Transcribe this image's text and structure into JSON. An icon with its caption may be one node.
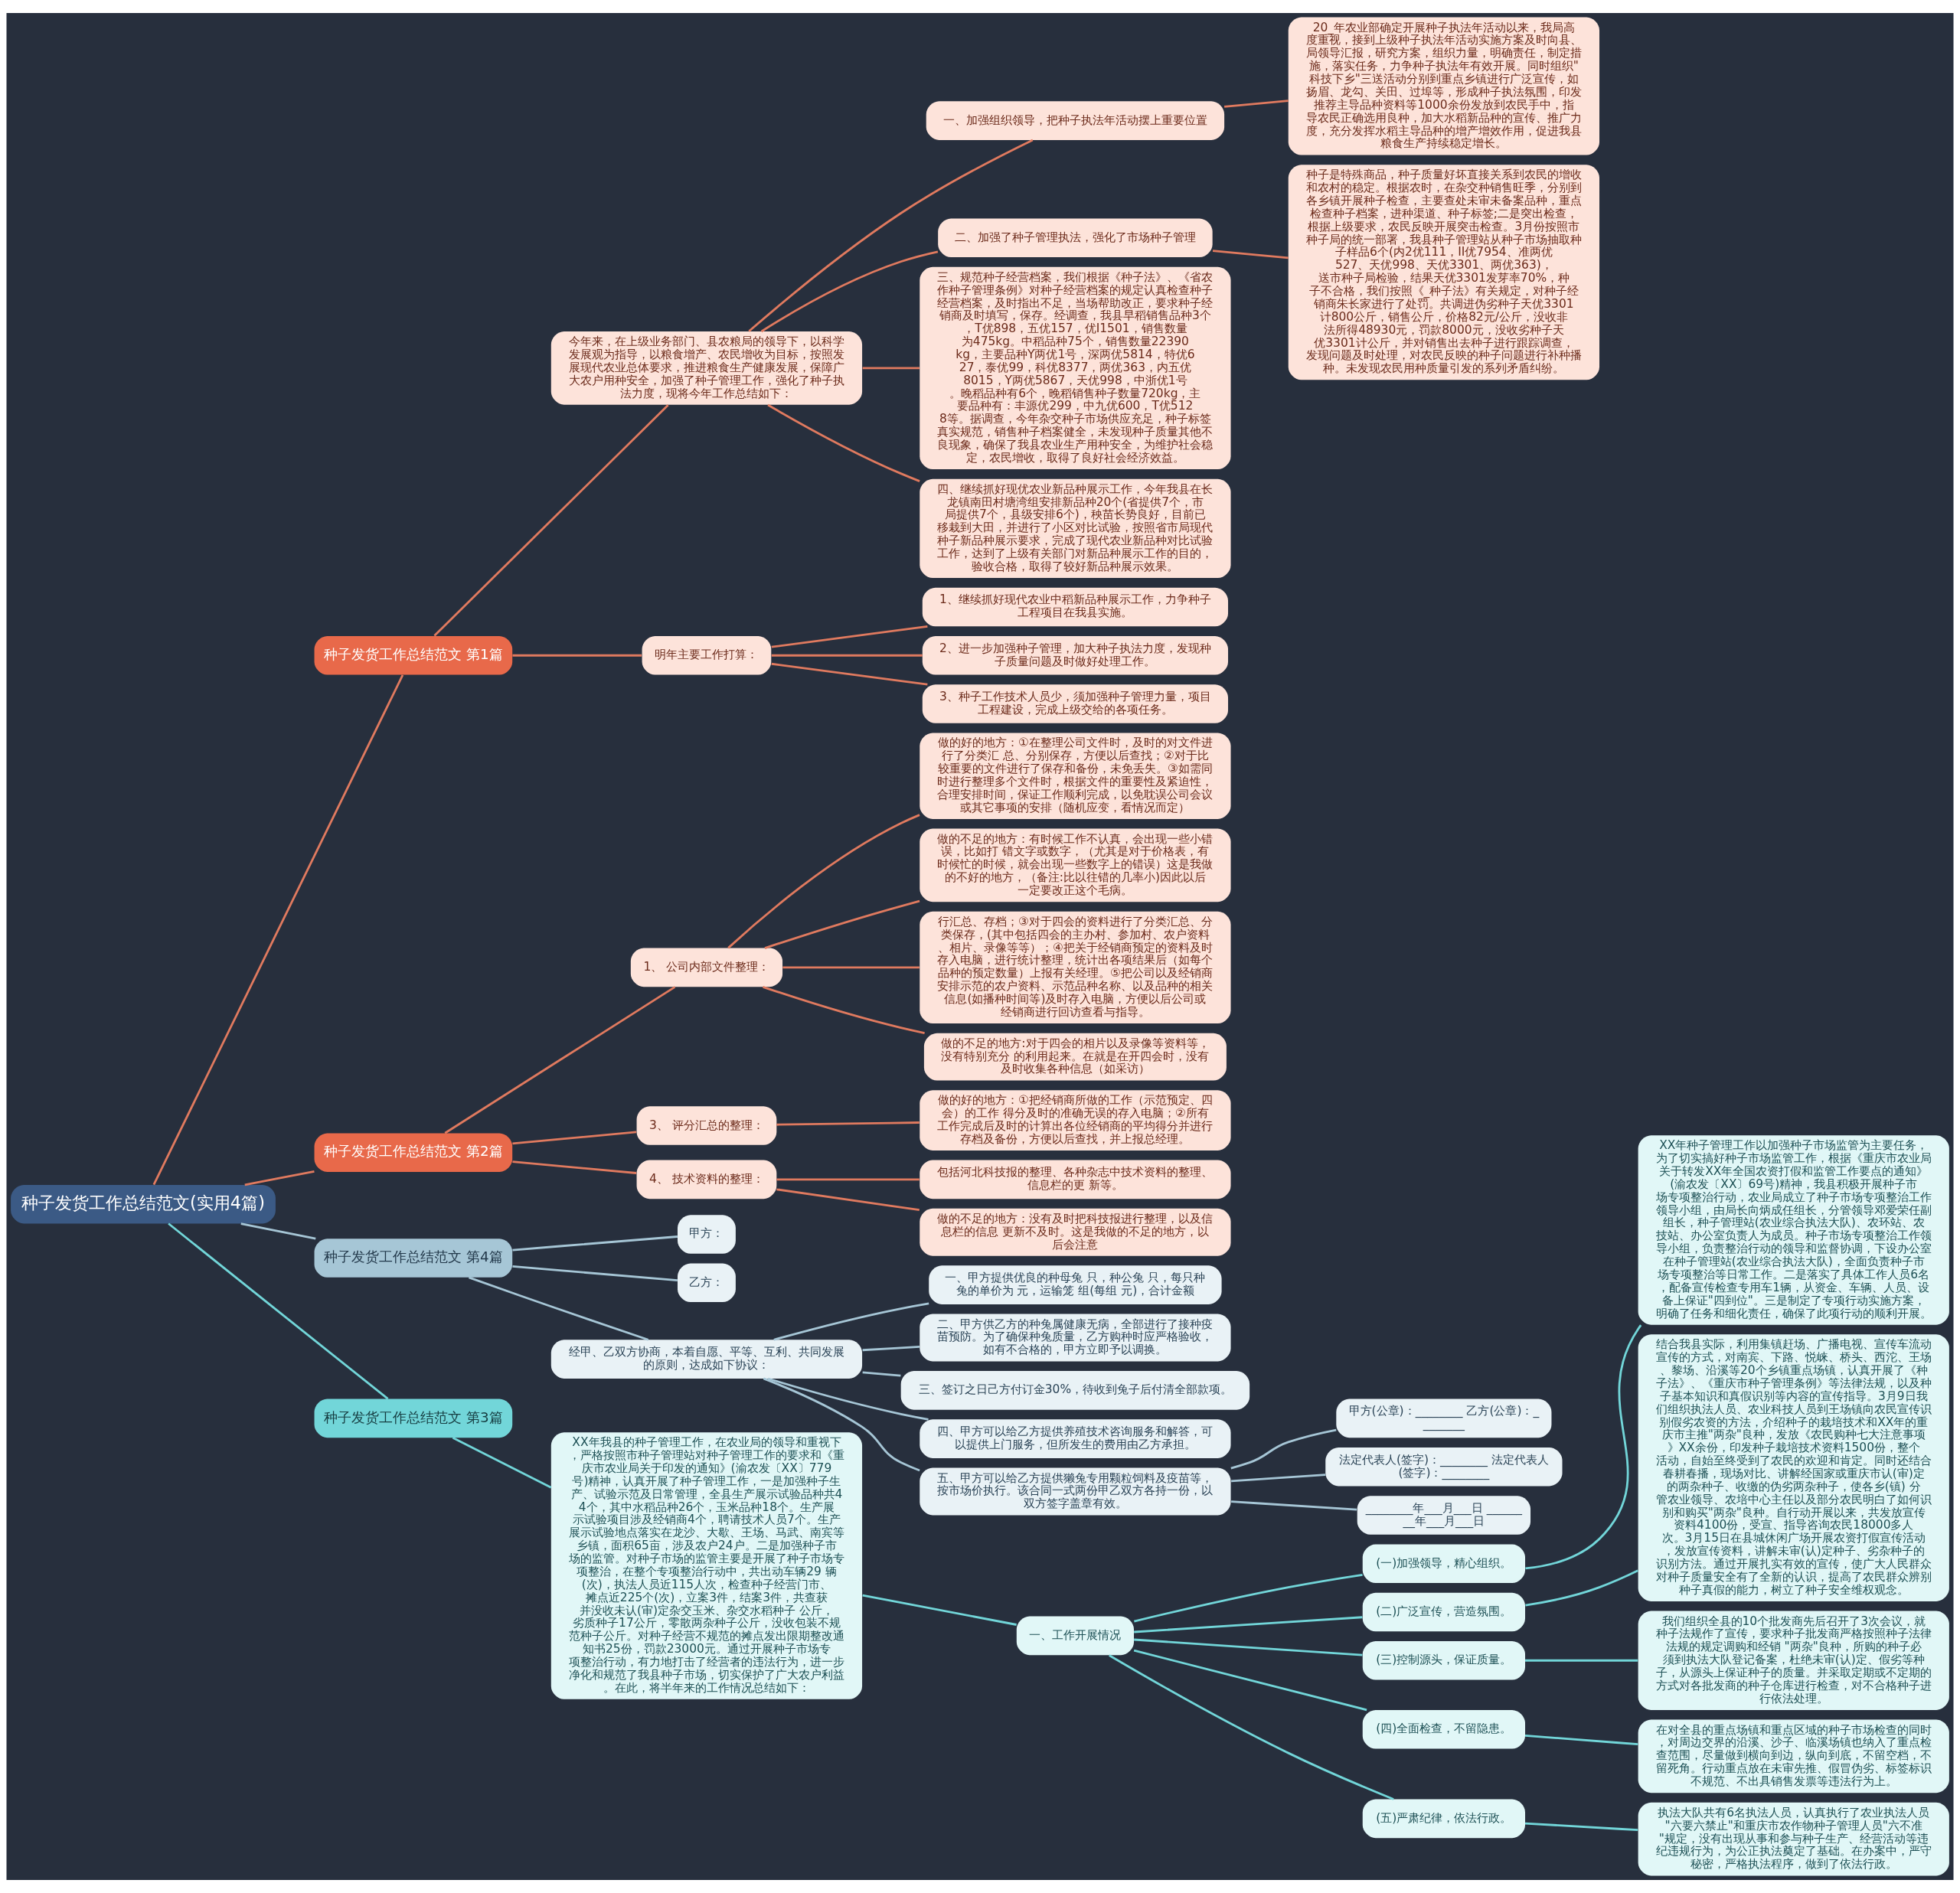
{
  "diagram": {
    "nodes": [
      {
        "text": [
          "种子发货工作总结范文(实用4篇)"
        ]
      },
      {
        "text": [
          "种子发货工作总结范文 第1篇"
        ]
      },
      {
        "text": [
          "今年来，在上级业务部门、县农粮局的领导下，以科学发展观为指导，以粮食增产、农民增收为目标，按照发展现代农业总体要求，推进粮食生产健康发展，保障广大农户用种安全，加强了种子管理工作，强化了种子执法力度，现将今年工作总结如下："
        ]
      },
      {
        "text": [
          "一、加强组织领导，把种子执法年活动摆上重要位置"
        ]
      },
      {
        "text": [
          "20_年农业部确定开展种子执法年活动以来，我局高度重视，接到上级种子执法年活动实施方案及时向县、局领导汇报，研究方案，组织力量，明确责任，制定措施，落实任务，力争种子执法年有效开展。同时组织\"科技下乡\"三送活动分别到重点乡镇进行广泛宣传，如扬眉、龙勾、关田、过埠等，形成种子执法氛围，印发推荐主导品种资料等1000余份发放到农民手中，指导农民正确选用良种，加大水稻新品种的宣传、推广力度，充分发挥水稻主导品种的增产增效作用，促进我县粮食生产持续稳定增长。"
        ]
      },
      {
        "text": [
          "二、加强了种子管理执法，强化了市场种子管理"
        ]
      },
      {
        "text": [
          "种子是特殊商品，种子质量好坏直接关系到农民的增收和农村的稳定。根据农时，在杂交种销售旺季，分别到各乡镇开展种子检查，主要查处未审未备案品种，重点检查种子档案，进种渠道、种子标签;二是突出检查，根据上级要求，农民反映开展突击检查。3月份按照市种子局的统一部署，我县种子管理站从种子市场抽取种子样品6个(内2优111，II优7954、准两优527、天优998、天优3301、两优363)，送市种子局检验，结果天优3301发芽率70%，种子不合格，我们按照《_种子法》有关规定，对种子经销商朱长家进行了处罚。共调进伪劣种子天优3301计800公斤，销售公斤，价格82元/公斤，没收非法所得48930元，罚款8000元，没收劣种子天优3301计公斤，并对销售出去种子进行跟踪调查，发现问题及时处理，对农民反映的种子问题进行补种播种。未发现农民用种质量引发的系列矛盾纠纷。"
        ]
      },
      {
        "text": [
          "三、规范种子经营档案，我们根据《种子法》、《省农作种子管理条例》对种子经营档案的规定认真检查种子经营档案，及时指出不足，当场帮助改正，要求种子经销商及时填写，保存。经调查，我县早稻销售品种3个，T优898，五优157，优I1501，销售数量为475kg。中稻品种75个，销售数量22390kg，主要品种Y两优1号，深两优5814，特优627，泰优99，科优8377，两优363，内五优8015，Y两优5867，天优998，中浙优1号。晚稻品种有6个，晚稻销售种子数量720kg，主要品种有：丰源优299，中九优600，T优5128等。据调查，今年杂交种子市场供应充足，种子标签真实规范，销售种子档案健全，未发现种子质量其他不良现象，确保了我县农业生产用种安全，为维护社会稳定，农民增收，取得了良好社会经济效益。"
        ]
      },
      {
        "text": [
          "四、继续抓好现优农业新品种展示工作，今年我县在长龙镇南田村塘湾组安排新品种20个(省提供7个，市局提供7个，县级安排6个)，秧苗长势良好，目前已移栽到大田，并进行了小区对比试验，按照省市局现代种子新品种展示要求，完成了现代农业新品种对比试验工作，达到了上级有关部门对新品种展示工作的目的，验收合格，取得了较好新品种展示效果。"
        ]
      },
      {
        "text": [
          "明年主要工作打算："
        ]
      },
      {
        "text": [
          "1、继续抓好现代农业中稻新品种展示工作，力争种子工程项目在我县实施。"
        ]
      },
      {
        "text": [
          "2、进一步加强种子管理，加大种子执法力度，发现种子质量问题及时做好处理工作。"
        ]
      },
      {
        "text": [
          "3、种子工作技术人员少，须加强种子管理力量，项目工程建设，完成上级交给的各项任务。"
        ]
      },
      {
        "text": [
          "种子发货工作总结范文 第2篇"
        ]
      },
      {
        "text": [
          "1、 公司内部文件整理："
        ]
      },
      {
        "text": [
          "做的好的地方：①在整理公司文件时，及时的对文件进行了分类汇 总、分别保存，方便以后查找；②对于比较重要的文件进行了保存和备份，未免丢失。③如需同时进行整理多个文件时，根据文件的重要性及紧迫性，合理安排时间，保证工作顺利完成，以免耽误公司会议或其它事项的安排（随机应变，看情况而定）"
        ]
      },
      {
        "text": [
          "做的不足的地方：有时候工作不认真，会出现一些小错误，比如打 错文字或数字，（尤其是对于价格表，有时候忙的时候，就会出现一些数字上的错误）这是我做的不好的地方，（备注:比以往错的几率小)因此以后一定要改正这个毛病。"
        ]
      },
      {
        "text": [
          "行汇总、存档；③对于四会的资料进行了分类汇总、分类保存，(其中包括四会的主办村、参加村、农户资料、相片、录像等等）；④把关于经销商预定的资料及时存入电脑，进行统计整理，统计出各项结果后（如每个品种的预定数量）上报有关经理。⑤把公司以及经销商安排示范的农户资料、示范品种名称、以及品种的相关信息(如播种时间等)及时存入电脑，方便以后公司或经销商进行回访查看与指导。"
        ]
      },
      {
        "text": [
          "做的不足的地方:对于四会的相片以及录像等资料等，没有特别充分 的利用起来。在就是在开四会时，没有及时收集各种信息（如采访）"
        ]
      },
      {
        "text": [
          "3、 评分汇总的整理："
        ]
      },
      {
        "text": [
          "做的好的地方：①把经销商所做的工作（示范预定、四会）的工作 得分及时的准确无误的存入电脑；②所有工作完成后及时的计算出各位经销商的平均得分并进行存档及备份，方便以后查找，并上报总经理。"
        ]
      },
      {
        "text": [
          "4、 技术资料的整理："
        ]
      },
      {
        "text": [
          "包括河北科技报的整理、各种杂志中技术资料的整理、信息栏的更 新等。"
        ]
      },
      {
        "text": [
          "做的不足的地方：没有及时把科技报进行整理，以及信息栏的信息 更新不及时。这是我做的不足的地方，以后会注意"
        ]
      },
      {
        "text": [
          "种子发货工作总结范文 第4篇"
        ]
      },
      {
        "text": [
          "甲方："
        ]
      },
      {
        "text": [
          "乙方："
        ]
      },
      {
        "text": [
          "经甲、乙双方协商，本着自愿、平等、互利、共同发展的原则，达成如下协议："
        ]
      },
      {
        "text": [
          "一、甲方提供优良的种母兔 只，种公兔 只，每只种兔的单价为 元，运输笼 组(每组 元)，合计金额"
        ]
      },
      {
        "text": [
          "二、甲方供乙方的种兔属健康无病，全部进行了接种疫苗预防。为了确保种兔质量，乙方购种时应严格验收，如有不合格的，甲方立即予以调换。"
        ]
      },
      {
        "text": [
          "三、签订之日己方付订金30%，待收到兔子后付清全部款项。"
        ]
      },
      {
        "text": [
          "四、甲方可以给乙方提供养殖技术咨询服务和解答，可以提供上门服务，但所发生的费用由乙方承担。"
        ]
      },
      {
        "text": [
          "五、甲方可以给乙方提供獭兔专用颗粒饲料及疫苗等，按市场价执行。该合同一式两份甲乙双方各持一份，以双方签字盖章有效。"
        ]
      },
      {
        "text": [
          "甲方(公章)：________ 乙方(公章)：________"
        ]
      },
      {
        "text": [
          "法定代表人(签字)：________ 法定代表人(签字)：________"
        ]
      },
      {
        "text": [
          "________年___月___日 ________年___月___日"
        ]
      },
      {
        "text": [
          "种子发货工作总结范文 第3篇"
        ]
      },
      {
        "text": [
          "XX年我县的种子管理工作，在农业局的领导和重视下，严格按照市种子管理站对种子管理工作的要求和《重庆市农业局关于印发的通知》(渝农发〔XX〕779号)精神，认真开展了种子管理工作，一是加强种子生产、试验示范及日常管理，全县生产展示试验品种共44个，其中水稻品种26个，玉米品种18个。生产展示试验项目涉及经销商4个，聘请技术人员7个。生产展示试验地点落实在龙沙、大歇、王场、马武、南宾等乡镇，面积65亩，涉及农户24户。二是加强种子市场的监管。对种子市场的监管主要是开展了种子市场专项整治，在整个专项整治行动中，共出动车辆29 辆(次)，执法人员近115人次，检查种子经营门市、摊点近225个(次)，立案3件，结案3件，共查获并没收未认(审)定杂交玉米、杂交水稻种子 公斤，劣质种子17公斤，零散两杂种子公斤，没收包装不规范种子公斤。对种子经营不规范的摊点发出限期整改通知书25份，罚款23000元。通过开展种子市场专项整治行动，有力地打击了经营者的违法行为，进一步净化和规范了我县种子市场，切实保护了广大农户利益。在此，将半年来的工作情况总结如下："
        ]
      },
      {
        "text": [
          "一、工作开展情况"
        ]
      },
      {
        "text": [
          "(一)加强领导，精心组织。"
        ]
      },
      {
        "text": [
          "XX年种子管理工作以加强种子市场监管为主要任务，为了切实搞好种子市场监管工作，根据《重庆市农业局关于转发XX年全国农资打假和监管工作要点的通知》(渝农发〔XX〕69号)精神，我县积极开展种子市场专项整治行动，农业局成立了种子市场专项整治工作领导小组，由局长向炳成任组长，分管领导邓爱荣任副组长，种子管理站(农业综合执法大队)、农环站、农技站、办公室负责人为成员。种子市场专项整治工作领导小组，负责整治行动的领导和监督协调，下设办公室在种子管理站(农业综合执法大队)，全面负责种子市场专项整治等日常工作。二是落实了具体工作人员6名，配备宣传检查专用车1辆，从资金、车辆、人员、设备上保证\"四到位\"。三是制定了专项行动实施方案，明确了任务和细化责任，确保了此项行动的顺利开展。"
        ]
      },
      {
        "text": [
          "(二)广泛宣传，营造氛围。"
        ]
      },
      {
        "text": [
          "结合我县实际，利用集镇赶场、广播电视、宣传车流动宣传的方式，对南宾、下路、悦崃、桥头、西沱、王场、黎场、沿溪等20个乡镇重点场镇，认真开展了《种子法》、《重庆市种子管理条例》等法律法规，以及种子基本知识和真假识别等内容的宣传指导。3月9日我们组织执法人员、农业科技人员到王场镇向农民宣传识别假劣农资的方法，介绍种子的栽培技术和XX年的重庆市主推\"两杂\"良种，发放《农民购种七大注意事项》XX余份，印发种子栽培技术资料1500份，整个活动，自始至终受到了农民的欢迎和肯定。同时还结合春耕春播，现场对比、讲解经国家或重庆市认(审)定的两杂种子、收缴的伪劣两杂种子，使各乡(镇) 分管农业领导、农培中心主任以及部分农民明白了如何识别和购买\"两杂\"良种。自行动开展以来，共发放宣传资料4100份，受宣、指导咨询农民18000多人次。3月15日在县城休闲广场开展农资打假宣传活动，发放宣传资料，讲解未审(认)定种子、劣杂种子的识别方法。通过开展扎实有效的宣传，使广大人民群众对种子质量安全有了全新的认识，提高了农民群众辨别种子真假的能力，树立了种子安全维权观念。"
        ]
      },
      {
        "text": [
          "(三)控制源头，保证质量。"
        ]
      },
      {
        "text": [
          "我们组织全县的10个批发商先后召开了3次会议，就种子法规作了宣传，要求种子批发商严格按照种子法律法规的规定调购和经销 \"两杂\"良种，所购的种子必须到执法大队登记备案，杜绝未审(认)定、假劣等种子，从源头上保证种子的质量。并采取定期或不定期的方式对各批发商的种子仓库进行检查，对不合格种子进行依法处理。"
        ]
      },
      {
        "text": [
          "(四)全面检查，不留隐患。"
        ]
      },
      {
        "text": [
          "在对全县的重点场镇和重点区域的种子市场检查的同时，对周边交界的沿溪、沙子、临溪场镇也纳入了重点检查范围，尽量做到横向到边，纵向到底，不留空档，不留死角。行动重点放在未审先推、假冒伪劣、标签标识不规范、不出具销售发票等违法行为上。"
        ]
      },
      {
        "text": [
          "(五)严肃纪律，依法行政。"
        ]
      },
      {
        "text": [
          "执法大队共有6名执法人员，认真执行了农业执法人员\"六要六禁止\"和重庆市农作物种子管理人员\"六不准\"规定，没有出现从事和参与种子生产、经营活动等违纪违规行为，为公正执法奠定了基础。在办案中，严守秘密，严格执法程序，做到了依法行政。"
        ]
      }
    ],
    "edges": [
      {
        "from": 0,
        "to": 1,
        "arrow": "none"
      },
      {
        "from": 1,
        "to": 2,
        "arrow": "none"
      },
      {
        "from": 2,
        "to": 3,
        "arrow": "none"
      },
      {
        "from": 3,
        "to": 4,
        "arrow": "none"
      },
      {
        "from": 2,
        "to": 5,
        "arrow": "none"
      },
      {
        "from": 5,
        "to": 6,
        "arrow": "none"
      },
      {
        "from": 2,
        "to": 7,
        "arrow": "none"
      },
      {
        "from": 2,
        "to": 8,
        "arrow": "none"
      },
      {
        "from": 1,
        "to": 9,
        "arrow": "none"
      },
      {
        "from": 9,
        "to": 10,
        "arrow": "none"
      },
      {
        "from": 9,
        "to": 11,
        "arrow": "none"
      },
      {
        "from": 9,
        "to": 12,
        "arrow": "none"
      },
      {
        "from": 0,
        "to": 13,
        "arrow": "none"
      },
      {
        "from": 13,
        "to": 14,
        "arrow": "none"
      },
      {
        "from": 14,
        "to": 15,
        "arrow": "none"
      },
      {
        "from": 14,
        "to": 16,
        "arrow": "none"
      },
      {
        "from": 14,
        "to": 17,
        "arrow": "none"
      },
      {
        "from": 14,
        "to": 18,
        "arrow": "none"
      },
      {
        "from": 13,
        "to": 19,
        "arrow": "none"
      },
      {
        "from": 19,
        "to": 20,
        "arrow": "none"
      },
      {
        "from": 13,
        "to": 21,
        "arrow": "none"
      },
      {
        "from": 21,
        "to": 22,
        "arrow": "none"
      },
      {
        "from": 21,
        "to": 23,
        "arrow": "none"
      },
      {
        "from": 0,
        "to": 24,
        "arrow": "none",
        "color": "#a6c6d6"
      },
      {
        "from": 24,
        "to": 25,
        "arrow": "none",
        "color": "#a6c6d6"
      },
      {
        "from": 24,
        "to": 26,
        "arrow": "none",
        "color": "#a6c6d6"
      },
      {
        "from": 24,
        "to": 27,
        "arrow": "none",
        "color": "#a6c6d6"
      },
      {
        "from": 27,
        "to": 28,
        "arrow": "none",
        "color": "#a6c6d6"
      },
      {
        "from": 27,
        "to": 29,
        "arrow": "none",
        "color": "#a6c6d6"
      },
      {
        "from": 27,
        "to": 30,
        "arrow": "none",
        "color": "#a6c6d6"
      },
      {
        "from": 27,
        "to": 31,
        "arrow": "none",
        "color": "#a6c6d6"
      },
      {
        "from": 27,
        "to": 32,
        "arrow": "none",
        "color": "#a6c6d6"
      },
      {
        "from": 32,
        "to": 33,
        "arrow": "none",
        "color": "#a6c6d6"
      },
      {
        "from": 32,
        "to": 34,
        "arrow": "none",
        "color": "#a6c6d6"
      },
      {
        "from": 32,
        "to": 35,
        "arrow": "none",
        "color": "#a6c6d6"
      },
      {
        "from": 0,
        "to": 36,
        "arrow": "none",
        "color": "#72d6d9"
      },
      {
        "from": 36,
        "to": 37,
        "arrow": "none",
        "color": "#72d6d9"
      },
      {
        "from": 37,
        "to": 38,
        "arrow": "none",
        "color": "#72d6d9"
      },
      {
        "from": 38,
        "to": 39,
        "arrow": "none",
        "color": "#72d6d9"
      },
      {
        "from": 39,
        "to": 40,
        "arrow": "none",
        "color": "#72d6d9"
      },
      {
        "from": 38,
        "to": 41,
        "arrow": "none",
        "color": "#72d6d9"
      },
      {
        "from": 41,
        "to": 42,
        "arrow": "none",
        "color": "#72d6d9"
      },
      {
        "from": 38,
        "to": 43,
        "arrow": "none",
        "color": "#72d6d9"
      },
      {
        "from": 43,
        "to": 44,
        "arrow": "none",
        "color": "#72d6d9"
      },
      {
        "from": 38,
        "to": 45,
        "arrow": "none",
        "color": "#72d6d9"
      },
      {
        "from": 45,
        "to": 46,
        "arrow": "none",
        "color": "#72d6d9"
      },
      {
        "from": 38,
        "to": 47,
        "arrow": "none",
        "color": "#72d6d9"
      },
      {
        "from": 47,
        "to": 48,
        "arrow": "none",
        "color": "#72d6d9"
      }
    ]
  }
}
